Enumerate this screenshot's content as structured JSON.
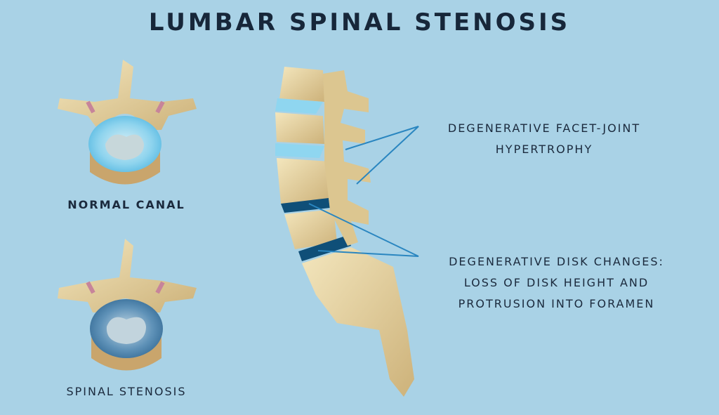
{
  "title": "LUMBAR SPINAL STENOSIS",
  "labels": {
    "normal": "NORMAL CANAL",
    "stenosis": "SPINAL STENOSIS",
    "facet_line1": "DEGENERATIVE FACET-JOINT",
    "facet_line2": "HYPERTROPHY",
    "disk_line1": "DEGENERATIVE DISK CHANGES:",
    "disk_line2": "LOSS OF DISK HEIGHT AND",
    "disk_line3": "PROTRUSION INTO FORAMEN"
  },
  "colors": {
    "background": "#a9d2e6",
    "bone": "#ead9a8",
    "healthy_disk": "#7fd0ee",
    "degenerated_disk": "#0f4f78",
    "leader_line": "#2a86c0"
  }
}
